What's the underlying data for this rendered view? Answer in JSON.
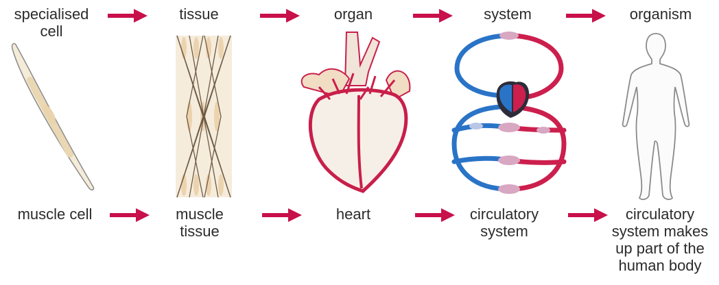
{
  "stages": {
    "top": [
      "specialised\ncell",
      "tissue",
      "organ",
      "system",
      "organism"
    ],
    "bottom": [
      "muscle cell",
      "muscle\ntissue",
      "heart",
      "circulatory\nsystem",
      "circulatory\nsystem makes\nup part of the\nhuman body"
    ]
  },
  "colors": {
    "arrow": "#c8104a",
    "artery": "#cc1f4d",
    "vein": "#2a74c7",
    "tissue_fill": "#f0dcc4",
    "outline": "#7a7a7a"
  }
}
